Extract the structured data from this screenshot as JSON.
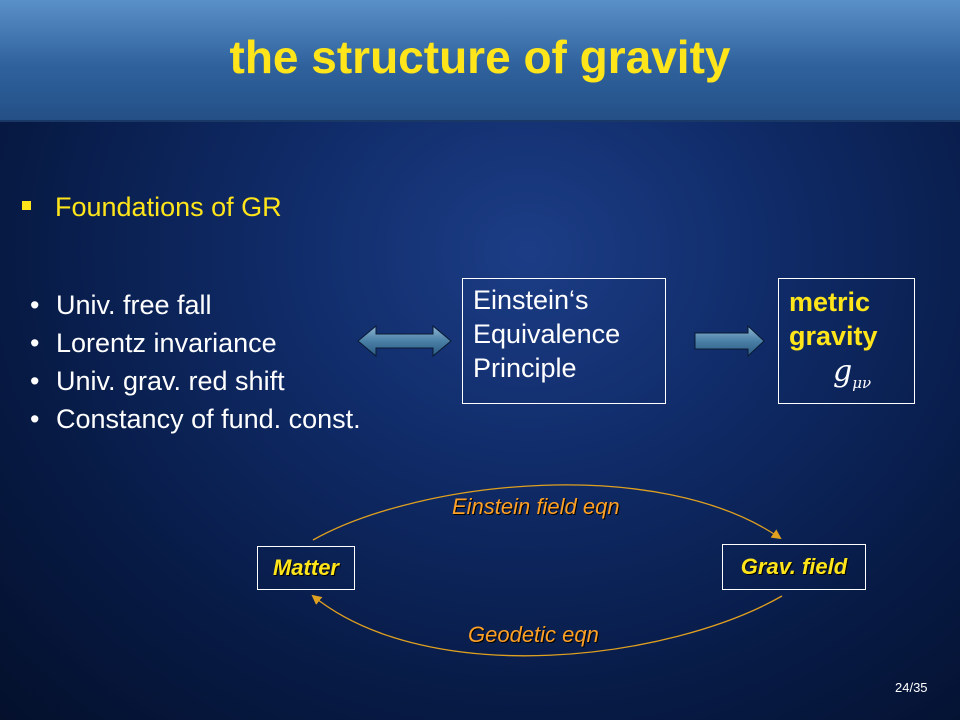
{
  "slide": {
    "title": "the structure of gravity",
    "section_heading": "Foundations of GR",
    "principles": [
      "Univ. free fall",
      "Lorentz invariance",
      "Univ. grav. red shift",
      "Constancy of fund. const."
    ],
    "eep_lines": [
      "Einstein‘s",
      "Equivalence",
      "Principle"
    ],
    "metric_lines": [
      "metric",
      "gravity"
    ],
    "metric_symbol": "g",
    "metric_subscript": "μν",
    "matter_label": "Matter",
    "grav_field_label": "Grav. field",
    "einstein_field_eqn_label": "Einstein field eqn",
    "geodetic_eqn_label": "Geodetic eqn",
    "page_number": "24/35"
  },
  "colors": {
    "title": "#ffe51a",
    "body_text": "#ffffff",
    "equation_labels": "#ffa126",
    "arrow_fill": "#4a7fa6",
    "curve": "#e0a020"
  }
}
